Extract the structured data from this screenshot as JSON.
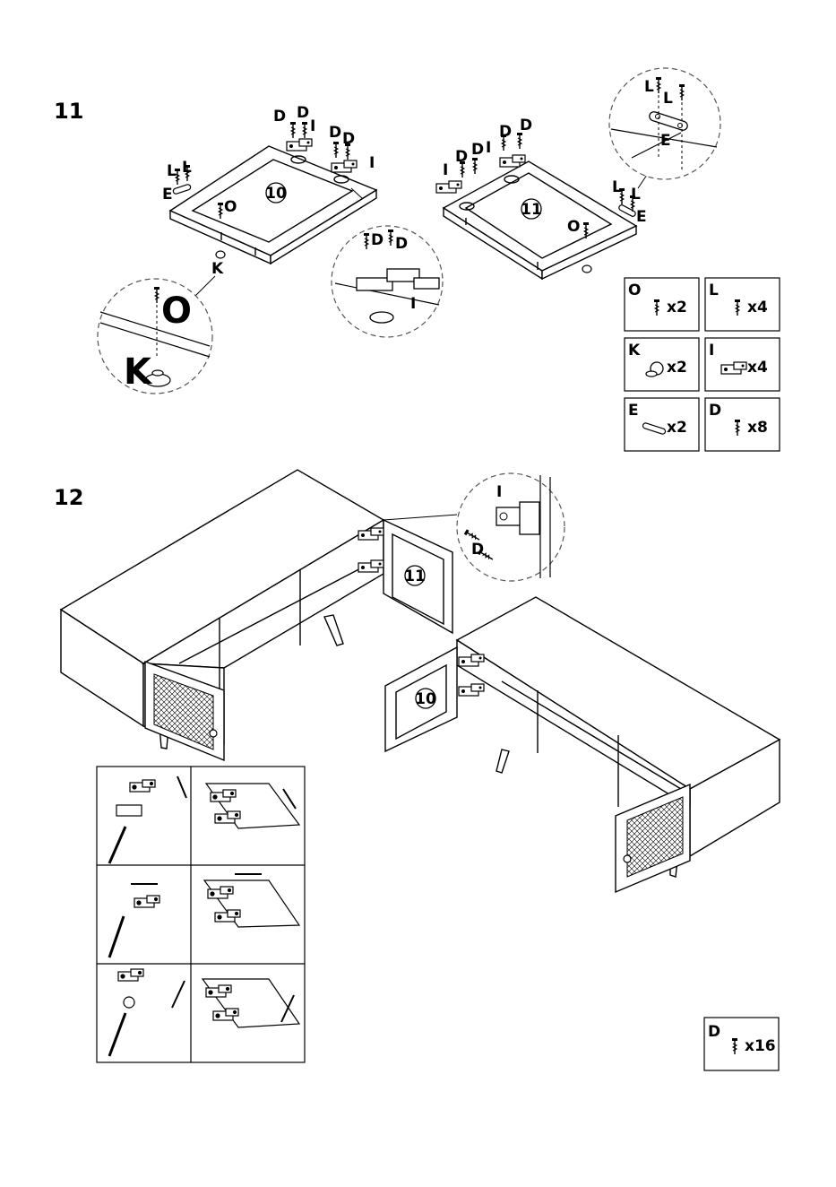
{
  "steps": {
    "step11": "11",
    "step12": "12"
  },
  "panels": {
    "door_left": "10",
    "door_right": "11"
  },
  "callouts": {
    "d": "D",
    "i": "I",
    "l": "L",
    "e": "E",
    "o": "O",
    "k": "K"
  },
  "parts": [
    {
      "letter": "O",
      "qty": "x2"
    },
    {
      "letter": "L",
      "qty": "x4"
    },
    {
      "letter": "K",
      "qty": "x2"
    },
    {
      "letter": "I",
      "qty": "x4"
    },
    {
      "letter": "E",
      "qty": "x2"
    },
    {
      "letter": "D",
      "qty": "x8"
    }
  ],
  "step12_parts": {
    "letter": "D",
    "qty": "x16"
  },
  "colors": {
    "line": "#000000",
    "dashed": "#555555",
    "paper": "#ffffff"
  }
}
